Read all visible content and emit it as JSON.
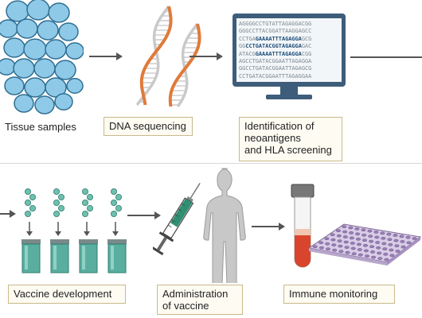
{
  "steps": {
    "tissue": "Tissue samples",
    "dna": "DNA sequencing",
    "neo_line1": "Identification of",
    "neo_line2": "neoantigens",
    "neo_line3": "and HLA screening",
    "vaccine_dev": "Vaccine development",
    "admin_line1": "Administration",
    "admin_line2": "of vaccine",
    "immune": "Immune monitoring"
  },
  "sequence_lines": [
    "AGGGGCCTGTATTAGAGGACGG",
    "GGGCCTTACGGATTAAGGAGCC",
    "CCTGAGAAAATTTAGAGGAGCG",
    "GGCCTGATACGGTAGAGGAGAC",
    "ATACGGAAAATTTAGAGGACGG",
    "AGCCTGATACGGAATTAGAGGA",
    "GGCCTGATACGGAATTAGAGCG",
    "CCTGATACGGAATTTAGAGGAA"
  ],
  "highlight": [
    "GAAAATTTAGAGGA",
    "CCTGATACGGTAGAGGA"
  ],
  "colors": {
    "cell": "#8fc9e8",
    "cell_edge": "#2f6f93",
    "dna_orange": "#e07a3a",
    "monitor": "#3d5d7a",
    "vial": "#5aaea0",
    "bead": "#6fbfae",
    "plate": "#9a7fb5",
    "blood": "#d9452c"
  }
}
